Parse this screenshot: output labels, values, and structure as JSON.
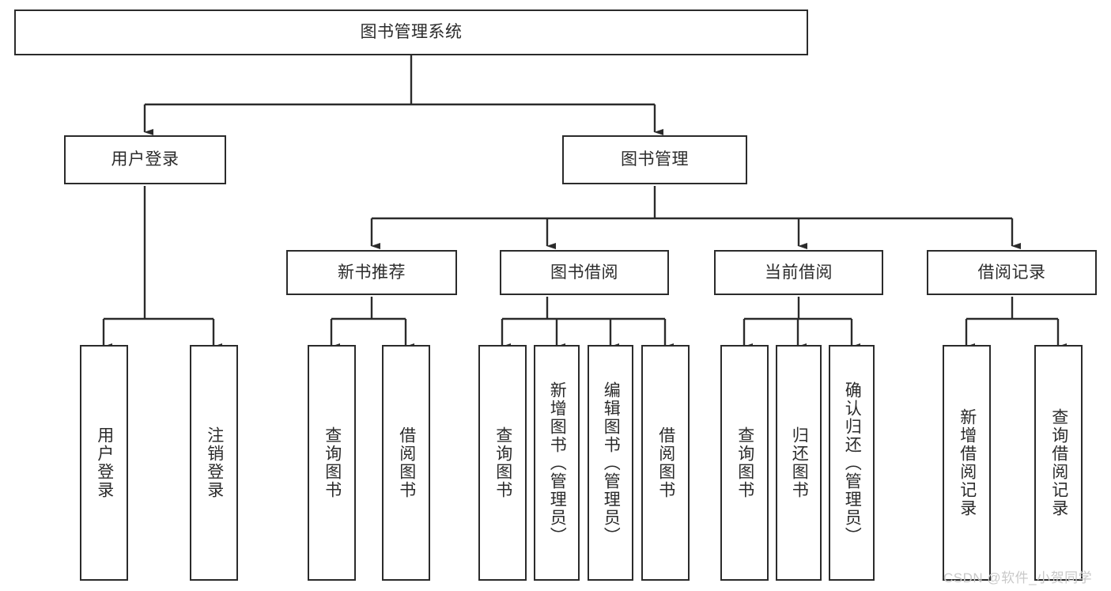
{
  "diagram": {
    "type": "hierarchy-tree",
    "title": "图书管理系统",
    "arrow_color": "#2b2b2b",
    "box_border_color": "#2b2b2b",
    "box_fill": "#ffffff",
    "nodes": {
      "root": {
        "label": "图书管理系统"
      },
      "level1": [
        {
          "label": "用户登录"
        },
        {
          "label": "图书管理"
        }
      ],
      "level2": [
        {
          "label": "新书推荐"
        },
        {
          "label": "图书借阅"
        },
        {
          "label": "当前借阅"
        },
        {
          "label": "借阅记录"
        }
      ],
      "leaves": {
        "user_login": [
          {
            "label": "用户登录"
          },
          {
            "label": "注销登录"
          }
        ],
        "new_book_recommend": [
          {
            "label": "查询图书"
          },
          {
            "label": "借阅图书"
          }
        ],
        "book_borrow": [
          {
            "label": "查询图书"
          },
          {
            "label": "新增图书（管理员）"
          },
          {
            "label": "编辑图书（管理员）"
          },
          {
            "label": "借阅图书"
          }
        ],
        "current_borrow": [
          {
            "label": "查询图书"
          },
          {
            "label": "归还图书"
          },
          {
            "label": "确认归还（管理员）"
          }
        ],
        "borrow_record": [
          {
            "label": "新增借阅记录"
          },
          {
            "label": "查询借阅记录"
          }
        ]
      }
    }
  },
  "watermark": {
    "text": "CSDN @软件_小贺同学",
    "color": "#c9c9c9"
  }
}
